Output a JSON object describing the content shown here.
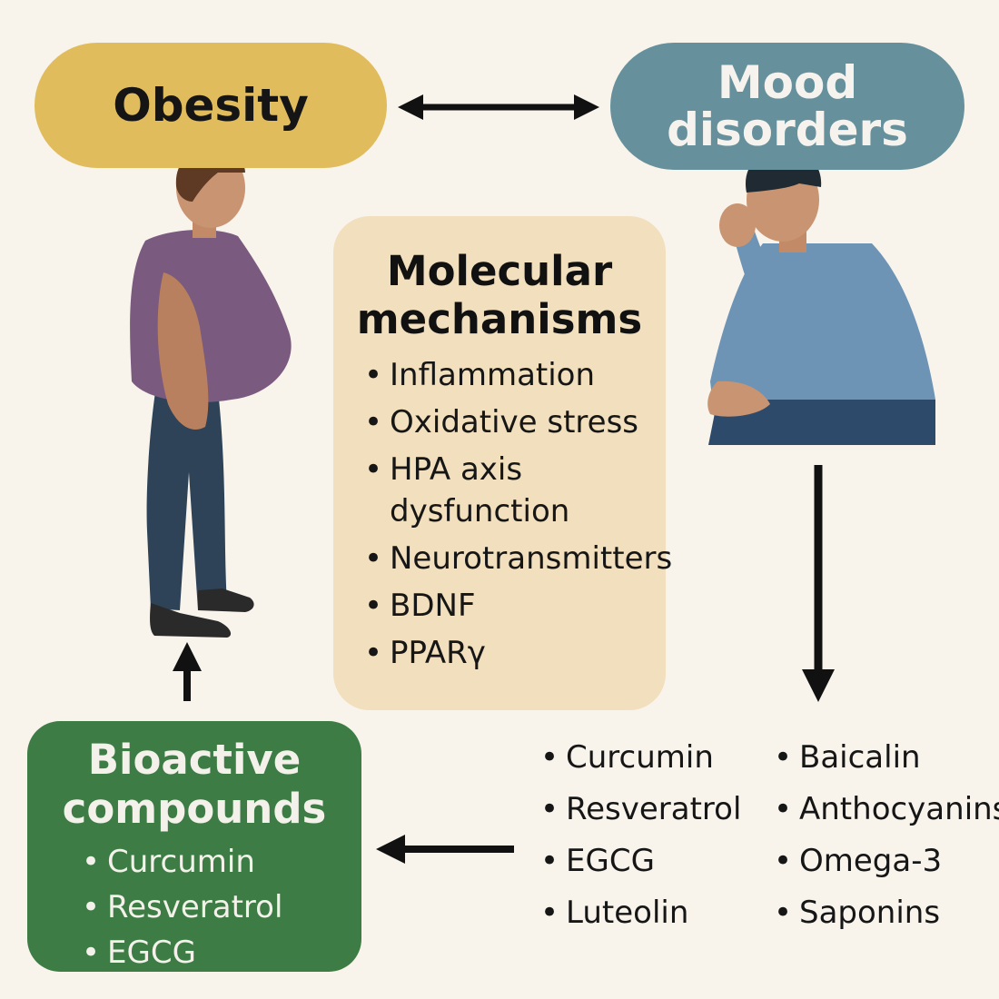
{
  "nodes": {
    "obesity": "Obesity",
    "mood_line1": "Mood",
    "mood_line2": "disorders",
    "mechanisms": {
      "title_line1": "Molecular",
      "title_line2": "mechanisms",
      "items": [
        "Inflammation",
        "Oxidative stress",
        "HPA axis dysfunction",
        "Neurotransmitters",
        "BDNF",
        "PPARγ"
      ]
    },
    "bioactive": {
      "title_line1": "Bioactive",
      "title_line2": "compounds",
      "items": [
        "Curcumin",
        "Resveratrol",
        "EGCG"
      ]
    }
  },
  "compounds": {
    "left": [
      "Curcumin",
      "Resveratrol",
      "EGCG",
      "Luteolin"
    ],
    "right": [
      "Baicalin",
      "Anthocyanins",
      "Omega-3",
      "Saponins"
    ]
  },
  "colors": {
    "background": "#f8f4ec",
    "obesity": "#e0bc5c",
    "mood": "#66919c",
    "mechanisms": "#f2dfbd",
    "bioactive": "#3e7c45",
    "arrow": "#111111"
  },
  "icons": [
    "overweight-person-icon",
    "distressed-person-icon"
  ]
}
